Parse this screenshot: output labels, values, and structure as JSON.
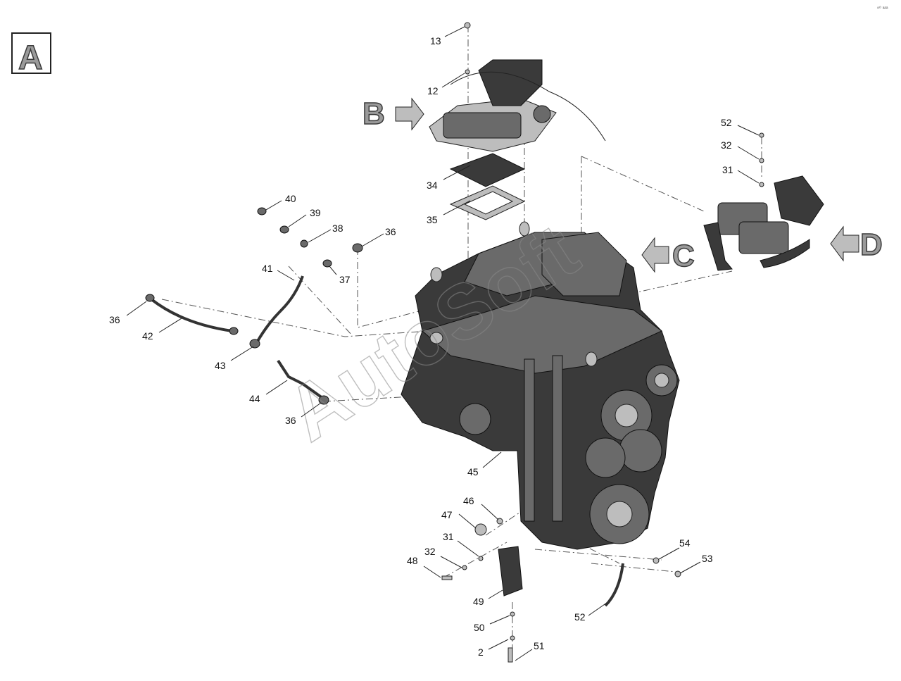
{
  "view_label": "A",
  "watermark": "AutoSoft",
  "corner_text": "⁸⁰ ᵃᵃᵃ",
  "view_arrows": [
    "B",
    "C",
    "D"
  ],
  "callouts": [
    "13",
    "12",
    "34",
    "35",
    "52",
    "32",
    "31",
    "40",
    "39",
    "38",
    "36",
    "37",
    "41",
    "36",
    "42",
    "43",
    "44",
    "36",
    "45",
    "46",
    "47",
    "31",
    "32",
    "48",
    "49",
    "50",
    "2",
    "51",
    "52",
    "54",
    "53"
  ],
  "colors": {
    "metal_dark": "#3a3a3a",
    "metal_mid": "#6a6a6a",
    "gasket": "#bdbdbd",
    "arrow_fill": "#9a9a9a"
  }
}
